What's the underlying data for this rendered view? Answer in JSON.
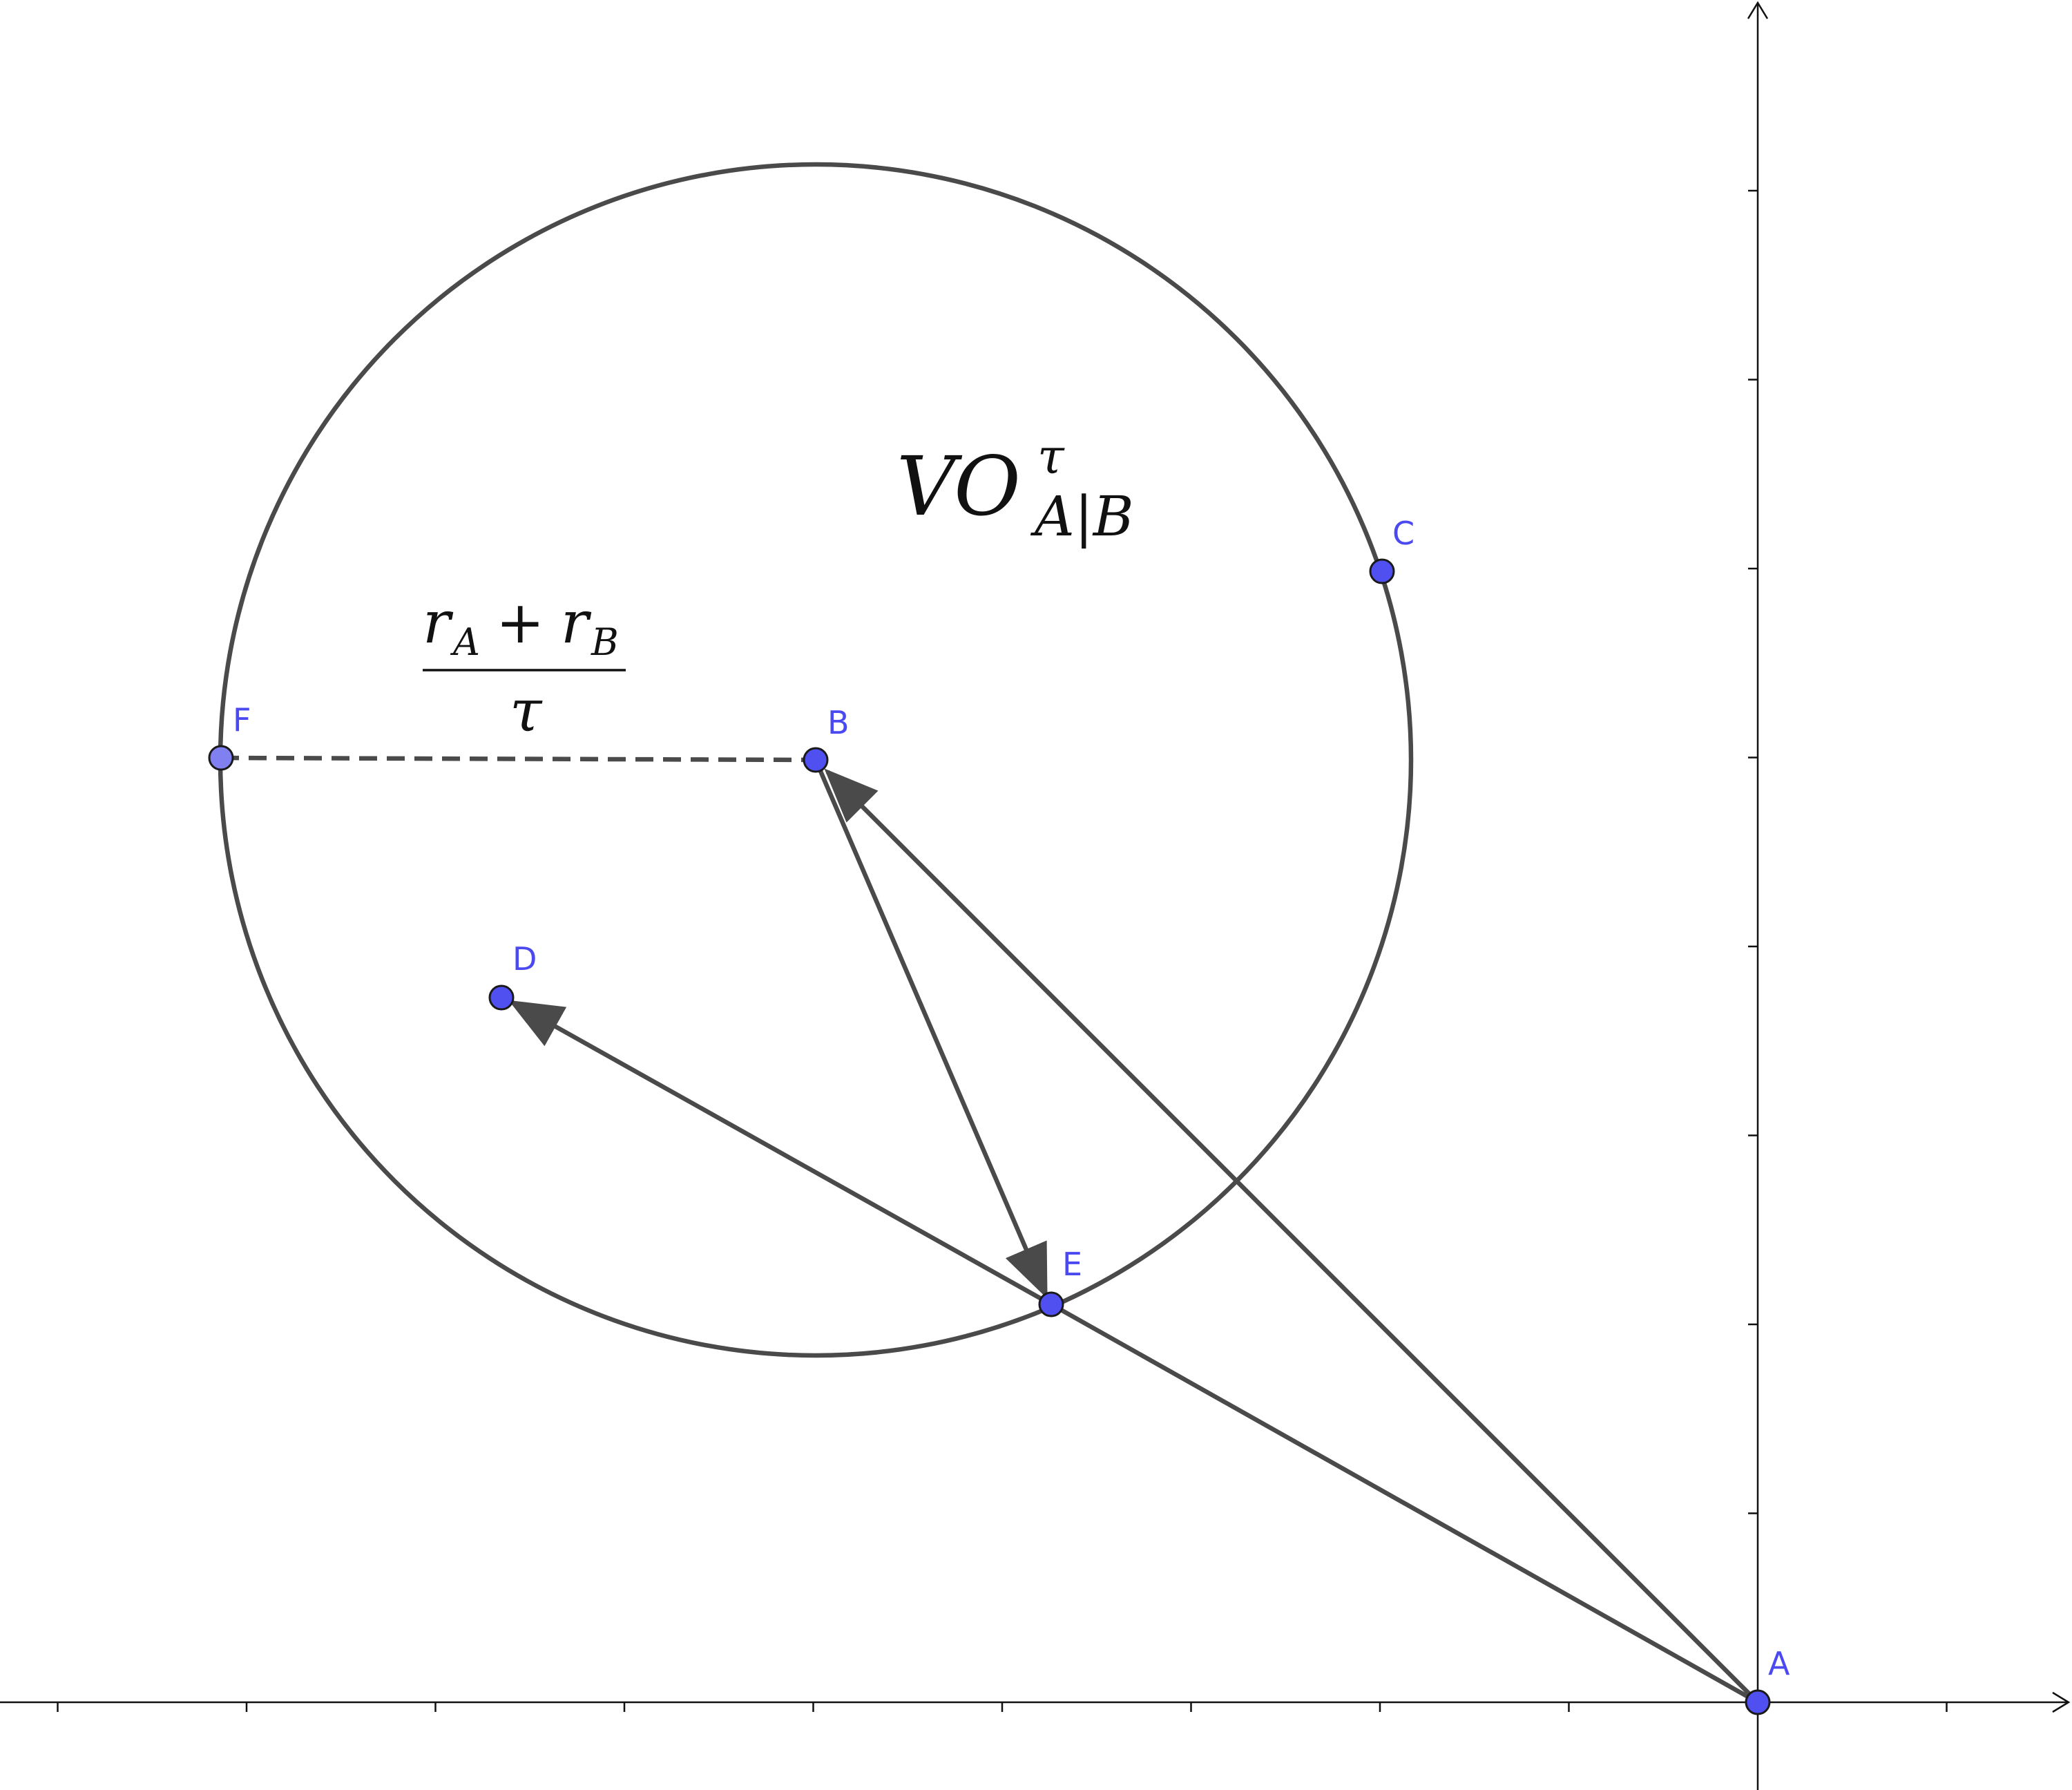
{
  "points": {
    "A": {
      "label": "A"
    },
    "B": {
      "label": "B"
    },
    "C": {
      "label": "C"
    },
    "D": {
      "label": "D"
    },
    "E": {
      "label": "E"
    },
    "F": {
      "label": "F"
    }
  },
  "vo_label": {
    "main": "VO",
    "superscript": "τ",
    "subscript": "A|B"
  },
  "radius_label": {
    "numerator_r": "r",
    "numerator_sub_a": "A",
    "plus": "+",
    "numerator_r2": "r",
    "numerator_sub_b": "B",
    "denominator": "τ"
  },
  "colors": {
    "point_fill": "#5050f0",
    "label": "#4a4af0",
    "geometry": "#4a4a4a",
    "axis": "#111111"
  }
}
